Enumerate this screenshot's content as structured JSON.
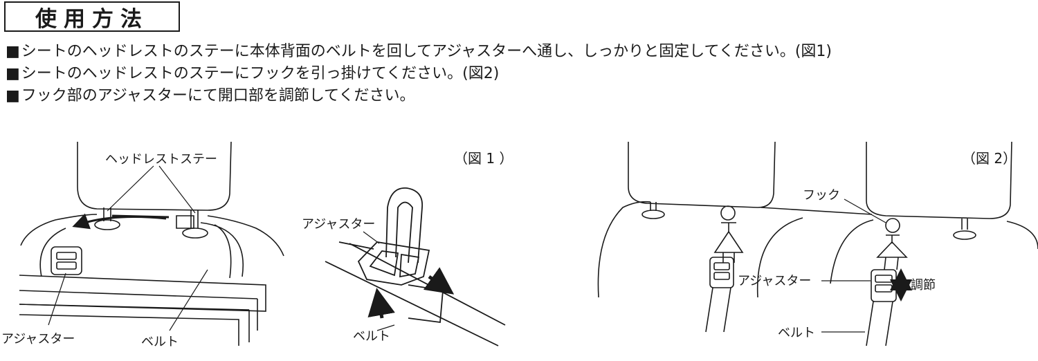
{
  "heading": "使用方法",
  "bullet": "■",
  "instructions": [
    "シートのヘッドレストのステーに本体背面のベルトを回してアジャスターへ通し、しっかりと固定してください。(図1)",
    "シートのヘッドレストのステーにフックを引っ掛けてください。(図2)",
    "フック部のアジャスターにて開口部を調節してください。"
  ],
  "figure1": {
    "caption": "（図 1 ）",
    "label_headrest_stay": "ヘッドレストステー",
    "label_adjuster_left": "アジャスター",
    "label_belt_left": "ベルト",
    "label_adjuster_detail": "アジャスター",
    "label_belt_detail": "ベルト"
  },
  "figure2": {
    "caption": "（図 2）",
    "label_hook": "フック",
    "label_adjuster": "アジャスター",
    "label_adjust": "調節",
    "label_belt": "ベルト"
  }
}
